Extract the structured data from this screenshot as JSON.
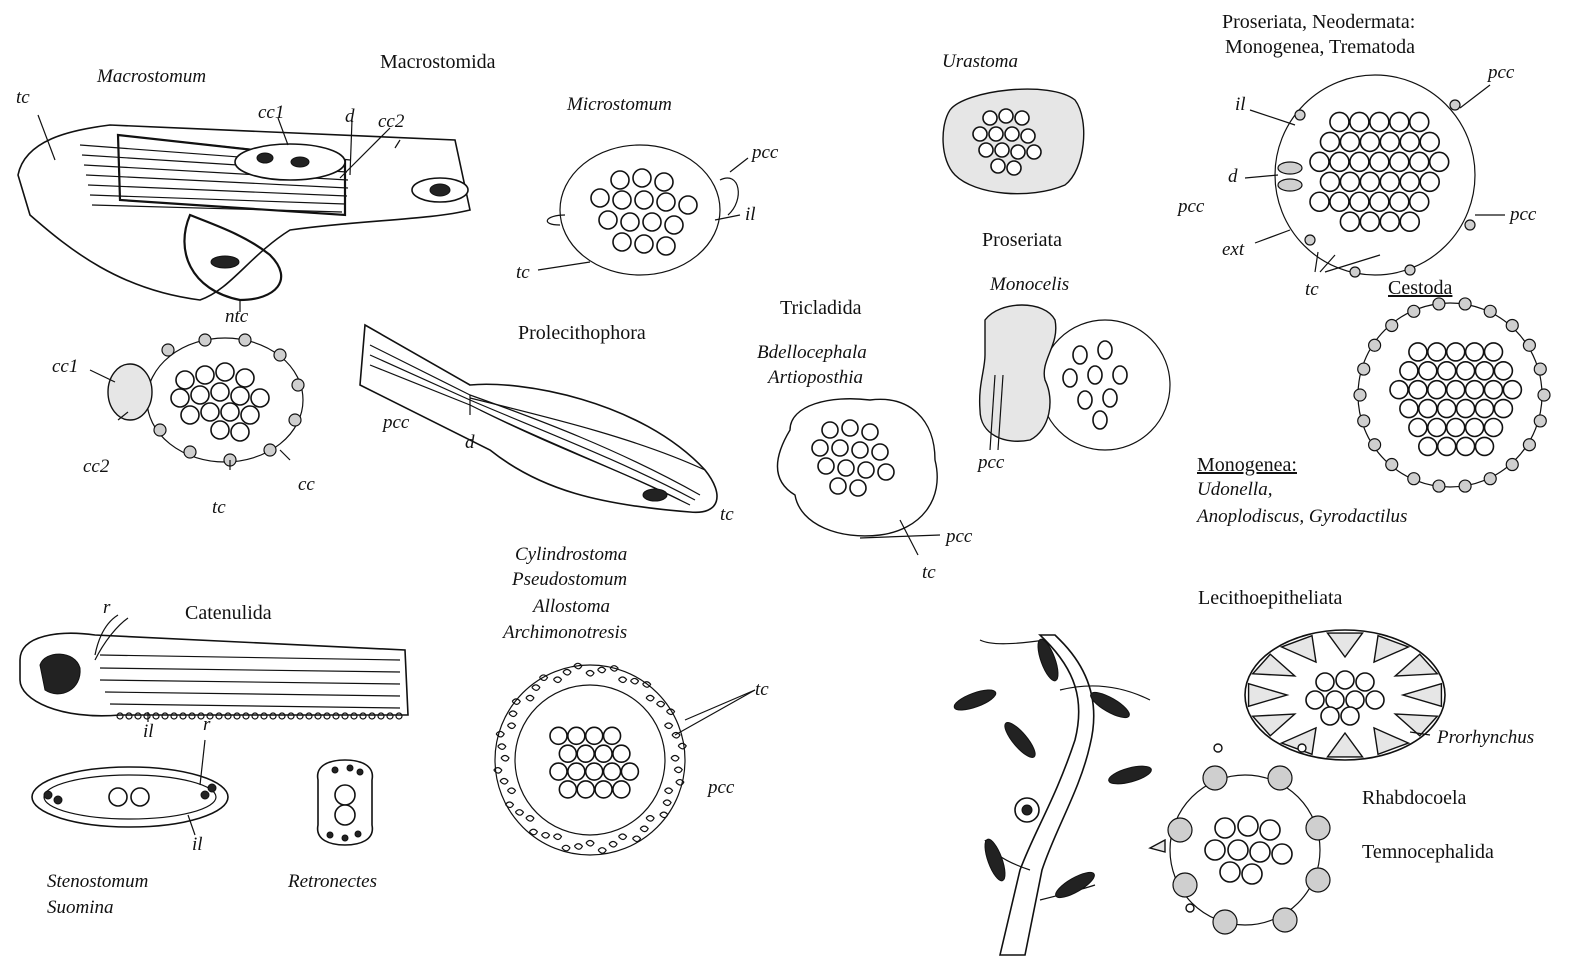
{
  "groups": {
    "macrostomida": "Macrostomida",
    "prolecithophora": "Prolecithophora",
    "tricladida": "Tricladida",
    "proseriata": "Proseriata",
    "proseriata_neodermata_1": "Proseriata, Neodermata:",
    "proseriata_neodermata_2": "Monogenea, Trematoda",
    "cestoda": "Cestoda",
    "catenulida": "Catenulida",
    "lecithoepitheliata": "Lecithoepitheliata",
    "rhabdocoela": "Rhabdocoela",
    "temnocephalida": "Temnocephalida",
    "monogenea": "Monogenea:"
  },
  "taxa": {
    "macrostomum": "Macrostomum",
    "microstomum": "Microstomum",
    "urastoma": "Urastoma",
    "monocelis": "Monocelis",
    "bdellocephala": "Bdellocephala",
    "artioposthia": "Artioposthia",
    "cylindrostoma": "Cylindrostoma",
    "pseudostomum": "Pseudostomum",
    "allostoma": "Allostoma",
    "archimonotresis": "Archimonotresis",
    "udonella": "Udonella,",
    "anoplodiscus": "Anoplodiscus, Gyrodactilus",
    "prorhynchus": "Prorhynchus",
    "stenostomum": "Stenostomum",
    "suomina": "Suomina",
    "retronectes": "Retronectes"
  },
  "abbr": {
    "tc": "tc",
    "cc1": "cc1",
    "cc2": "cc2",
    "cc": "cc",
    "d": "d",
    "ntc": "ntc",
    "pcc": "pcc",
    "il": "il",
    "r": "r",
    "ext": "ext"
  }
}
